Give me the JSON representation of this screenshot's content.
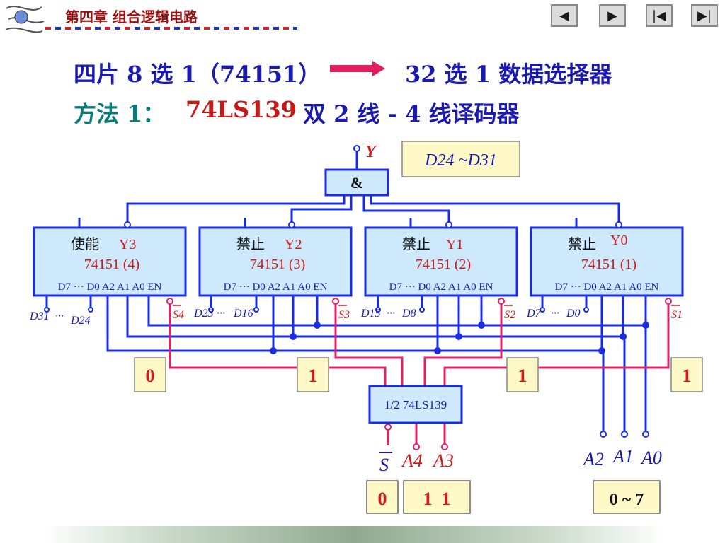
{
  "header": {
    "title": "第四章  组合逻辑电路"
  },
  "nav": {
    "prev": "◀",
    "next": "▶",
    "first": "|◀",
    "last": "▶|"
  },
  "heading": {
    "line1_left": "四片 8 选 1（74151）",
    "line1_right": "32 选 1 数据选择器",
    "method_label": "方法 1：",
    "method_chip": "74LS139",
    "method_desc": "双 2 线 - 4 线译码器"
  },
  "diagram": {
    "output_label": "Y",
    "and_gate": "&",
    "data_range_box": "D24 ~D31",
    "chips": [
      {
        "state": "使能",
        "y": "Y3",
        "name": "74151 (4)",
        "s": "S4",
        "data_lo": "D24",
        "data_hi": "D31"
      },
      {
        "state": "禁止",
        "y": "Y2",
        "name": "74151 (3)",
        "s": "S3",
        "data_lo": "D16",
        "data_hi": "D23"
      },
      {
        "state": "禁止",
        "y": "Y1",
        "name": "74151 (2)",
        "s": "S2",
        "data_lo": "D8",
        "data_hi": "D15"
      },
      {
        "state": "禁止",
        "y": "Y0",
        "name": "74151 (1)",
        "s": "S1",
        "data_lo": "D0",
        "data_hi": "D7"
      }
    ],
    "pin_row": "D7 ··· D0 A2 A1 A0 EN",
    "decoder_label": "1/2 74LS139",
    "decoder_out_values": [
      "0",
      "1",
      "1",
      "1"
    ],
    "decoder_inputs": [
      "S",
      "A4",
      "A3"
    ],
    "addr_inputs": [
      "A2",
      "A1",
      "A0"
    ],
    "s_value": "0",
    "a4a3_value": "1  1",
    "addr_value": "0 ~ 7"
  },
  "colors": {
    "blue_wire": "#1a2ee0",
    "red_wire": "#e0206a",
    "chip_fill": "#cde9fb",
    "yellow_box": "#fff9c8"
  }
}
